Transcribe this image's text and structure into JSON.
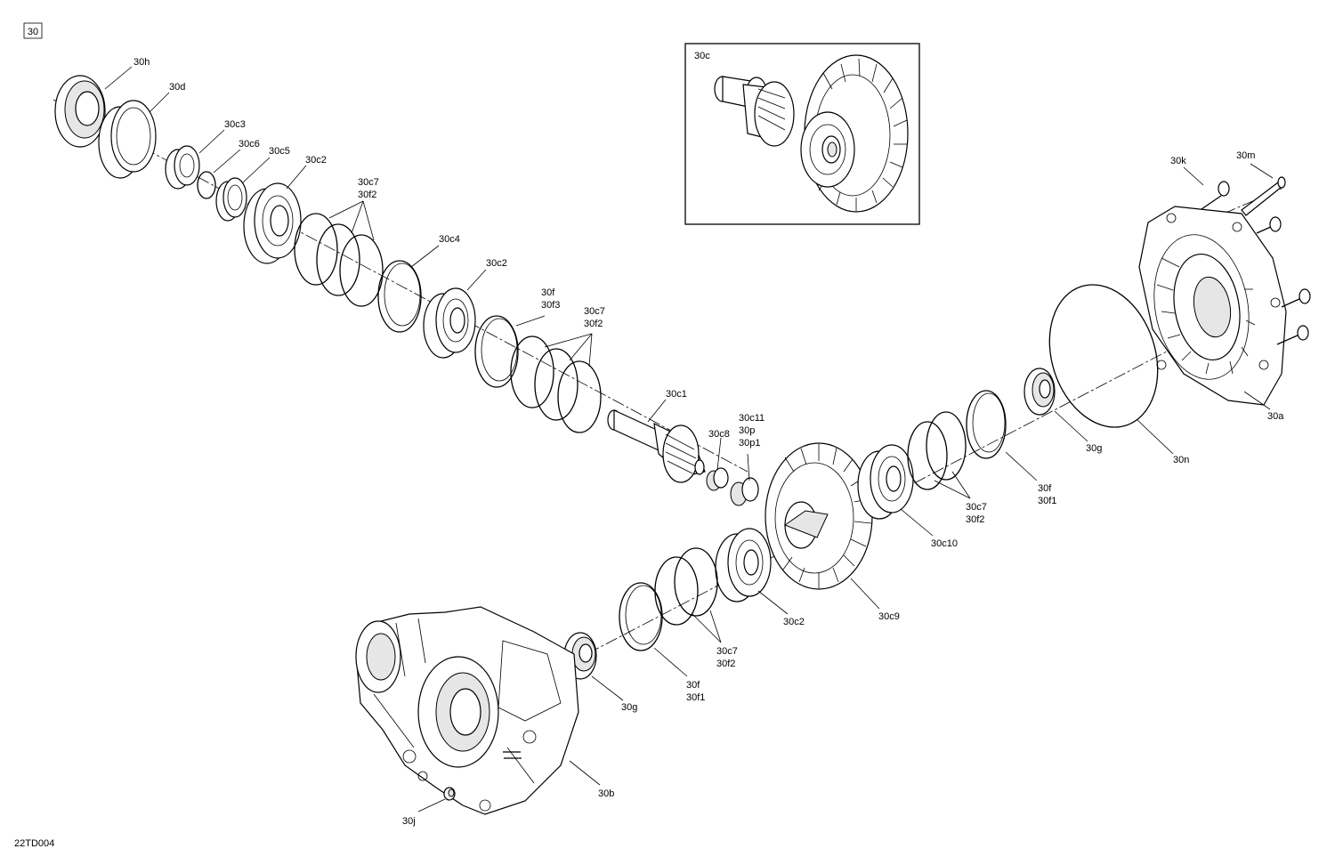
{
  "diagram": {
    "group_number": "30",
    "drawing_code": "22TD004",
    "inset_label": "30c",
    "labels": {
      "30h": "30h",
      "30d": "30d",
      "30c3": "30c3",
      "30c6": "30c6",
      "30c5": "30c5",
      "30c2_a": "30c2",
      "30c7_a": "30c7",
      "30f2_a": "30f2",
      "30c4": "30c4",
      "30c2_b": "30c2",
      "30f_a": "30f",
      "30f3": "30f3",
      "30c7_b": "30c7",
      "30f2_b": "30f2",
      "30c1": "30c1",
      "30c8": "30c8",
      "30c11": "30c11",
      "30p": "30p",
      "30p1": "30p1",
      "30k": "30k",
      "30m": "30m",
      "30a": "30a",
      "30n": "30n",
      "30g_a": "30g",
      "30f_b": "30f",
      "30f1_a": "30f1",
      "30c7_c": "30c7",
      "30f2_c": "30f2",
      "30c10": "30c10",
      "30c9": "30c9",
      "30c2_c": "30c2",
      "30c7_d": "30c7",
      "30f2_d": "30f2",
      "30f_c": "30f",
      "30f1_b": "30f1",
      "30g_b": "30g",
      "30b": "30b",
      "30j": "30j"
    }
  }
}
